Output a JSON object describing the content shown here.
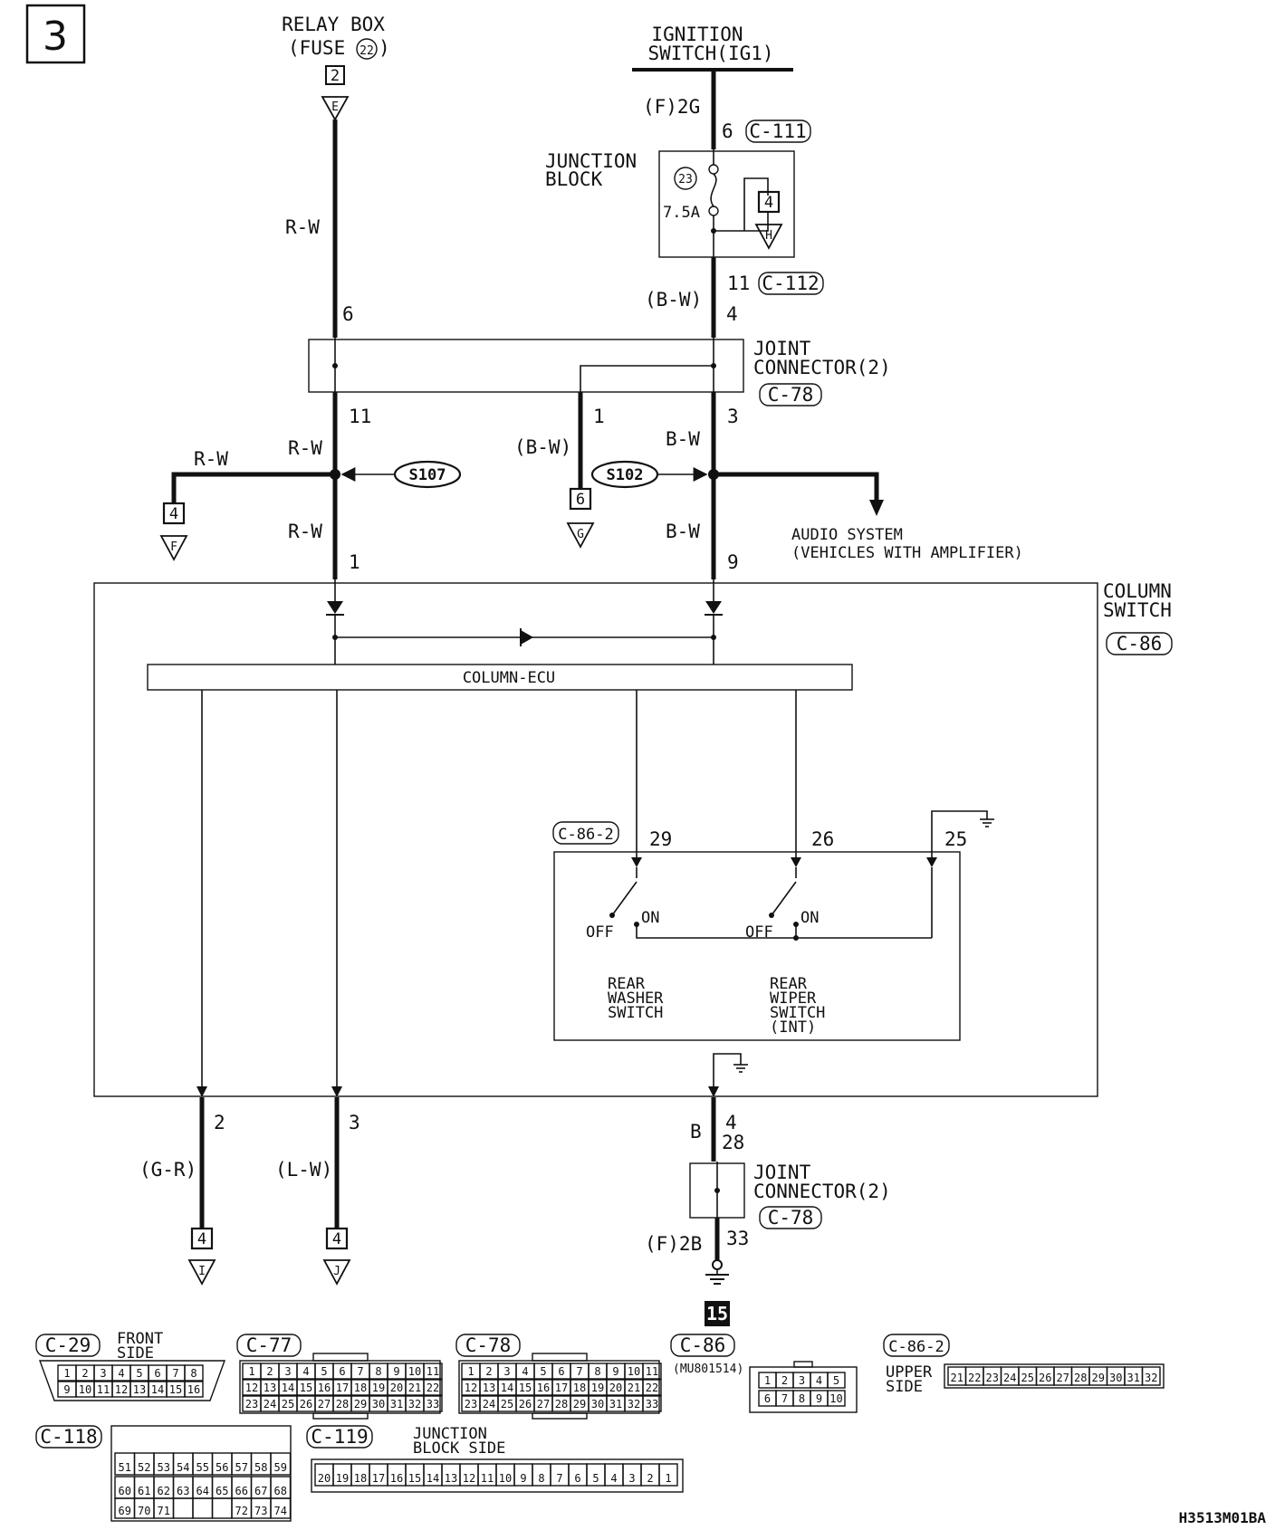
{
  "page_number": "3",
  "sources": {
    "relay_box": {
      "name": "RELAY BOX",
      "fuse_prefix": "(FUSE",
      "fuse_no": "22",
      "fuse_suffix": ")",
      "page_ref": "2",
      "connector_ref": "E"
    },
    "ignition_switch": {
      "line1": "IGNITION",
      "line2": "SWITCH(IG1)"
    }
  },
  "junction_block": {
    "label_line1": "JUNCTION",
    "label_line2": "BLOCK",
    "fuse_no": "23",
    "fuse_rating": "7.5A",
    "page_ref": "4",
    "connector_ref": "H",
    "in_terminal": "(F)2G",
    "in_pin": "6",
    "in_connector": "C-111",
    "out_pin": "11",
    "out_connector": "C-112"
  },
  "wires": {
    "rw": "R-W",
    "bw_paren": "(B-W)",
    "bw": "B-W",
    "gr_paren": "(G-R)",
    "lw_paren": "(L-W)",
    "b": "B"
  },
  "pins": {
    "rw_top": "6",
    "bw_top": "4",
    "jc_left_out": "11",
    "jc_mid_out": "1",
    "jc_right_out": "3",
    "col_left_in": "1",
    "col_right_in": "9",
    "out_i": "2",
    "out_j": "3",
    "out_ground": "4",
    "jc2_in": "28",
    "jc2_out": "33",
    "sw_29": "29",
    "sw_26": "26",
    "sw_25": "25"
  },
  "joint_connector": {
    "line1": "JOINT",
    "line2": "CONNECTOR(2)",
    "connector": "C-78"
  },
  "splices": {
    "s107": "S107",
    "s102": "S102"
  },
  "branch_refs": {
    "f": {
      "page": "4",
      "conn": "F"
    },
    "g": {
      "page": "6",
      "conn": "G"
    },
    "i": {
      "page": "4",
      "conn": "I"
    },
    "j": {
      "page": "4",
      "conn": "J"
    }
  },
  "audio_system": {
    "line1": "AUDIO SYSTEM",
    "line2": "(VEHICLES WITH AMPLIFIER)"
  },
  "column_switch": {
    "line1": "COLUMN",
    "line2": "SWITCH",
    "connector": "C-86",
    "ecu_label": "COLUMN-ECU"
  },
  "switch_block": {
    "connector": "C-86-2",
    "off": "OFF",
    "on": "ON",
    "washer": [
      "REAR",
      "WASHER",
      "SWITCH"
    ],
    "wiper": [
      "REAR",
      "WIPER",
      "SWITCH",
      "(INT)"
    ]
  },
  "ground": {
    "terminal": "(F)2B",
    "ground_no": "15"
  },
  "connector_views": {
    "c29": {
      "name": "C-29",
      "note1": "FRONT",
      "note2": "SIDE",
      "row1": [
        "1",
        "2",
        "3",
        "4",
        "5",
        "6",
        "7",
        "8"
      ],
      "row2": [
        "9",
        "10",
        "11",
        "12",
        "13",
        "14",
        "15",
        "16"
      ]
    },
    "c77": {
      "name": "C-77",
      "row1": [
        "1",
        "2",
        "3",
        "4",
        "5",
        "6",
        "7",
        "8",
        "9",
        "10",
        "11"
      ],
      "row2": [
        "12",
        "13",
        "14",
        "15",
        "16",
        "17",
        "18",
        "19",
        "20",
        "21",
        "22"
      ],
      "row3": [
        "23",
        "24",
        "25",
        "26",
        "27",
        "28",
        "29",
        "30",
        "31",
        "32",
        "33"
      ]
    },
    "c78": {
      "name": "C-78",
      "row1": [
        "1",
        "2",
        "3",
        "4",
        "5",
        "6",
        "7",
        "8",
        "9",
        "10",
        "11"
      ],
      "row2": [
        "12",
        "13",
        "14",
        "15",
        "16",
        "17",
        "18",
        "19",
        "20",
        "21",
        "22"
      ],
      "row3": [
        "23",
        "24",
        "25",
        "26",
        "27",
        "28",
        "29",
        "30",
        "31",
        "32",
        "33"
      ]
    },
    "c86": {
      "name": "C-86",
      "part_no": "(MU801514)",
      "row1": [
        "1",
        "2",
        "3",
        "4",
        "5"
      ],
      "row2": [
        "6",
        "7",
        "8",
        "9",
        "10"
      ]
    },
    "c86_2": {
      "name": "C-86-2",
      "note1": "UPPER",
      "note2": "SIDE",
      "row1": [
        "21",
        "22",
        "23",
        "24",
        "25",
        "26",
        "27",
        "28",
        "29",
        "30",
        "31",
        "32"
      ]
    },
    "c118": {
      "name": "C-118",
      "row1": [
        "51",
        "52",
        "53",
        "54",
        "55",
        "56",
        "57",
        "58",
        "59"
      ],
      "row2": [
        "60",
        "61",
        "62",
        "63",
        "64",
        "65",
        "66",
        "67",
        "68"
      ],
      "row3": [
        "69",
        "70",
        "71",
        "",
        "",
        "",
        "72",
        "73",
        "74"
      ]
    },
    "c119": {
      "name": "C-119",
      "note1": "JUNCTION",
      "note2": "BLOCK SIDE",
      "row1": [
        "20",
        "19",
        "18",
        "17",
        "16",
        "15",
        "14",
        "13",
        "12",
        "11",
        "10",
        "9",
        "8",
        "7",
        "6",
        "5",
        "4",
        "3",
        "2",
        "1"
      ]
    }
  },
  "drawing_code": "H3513M01BA"
}
